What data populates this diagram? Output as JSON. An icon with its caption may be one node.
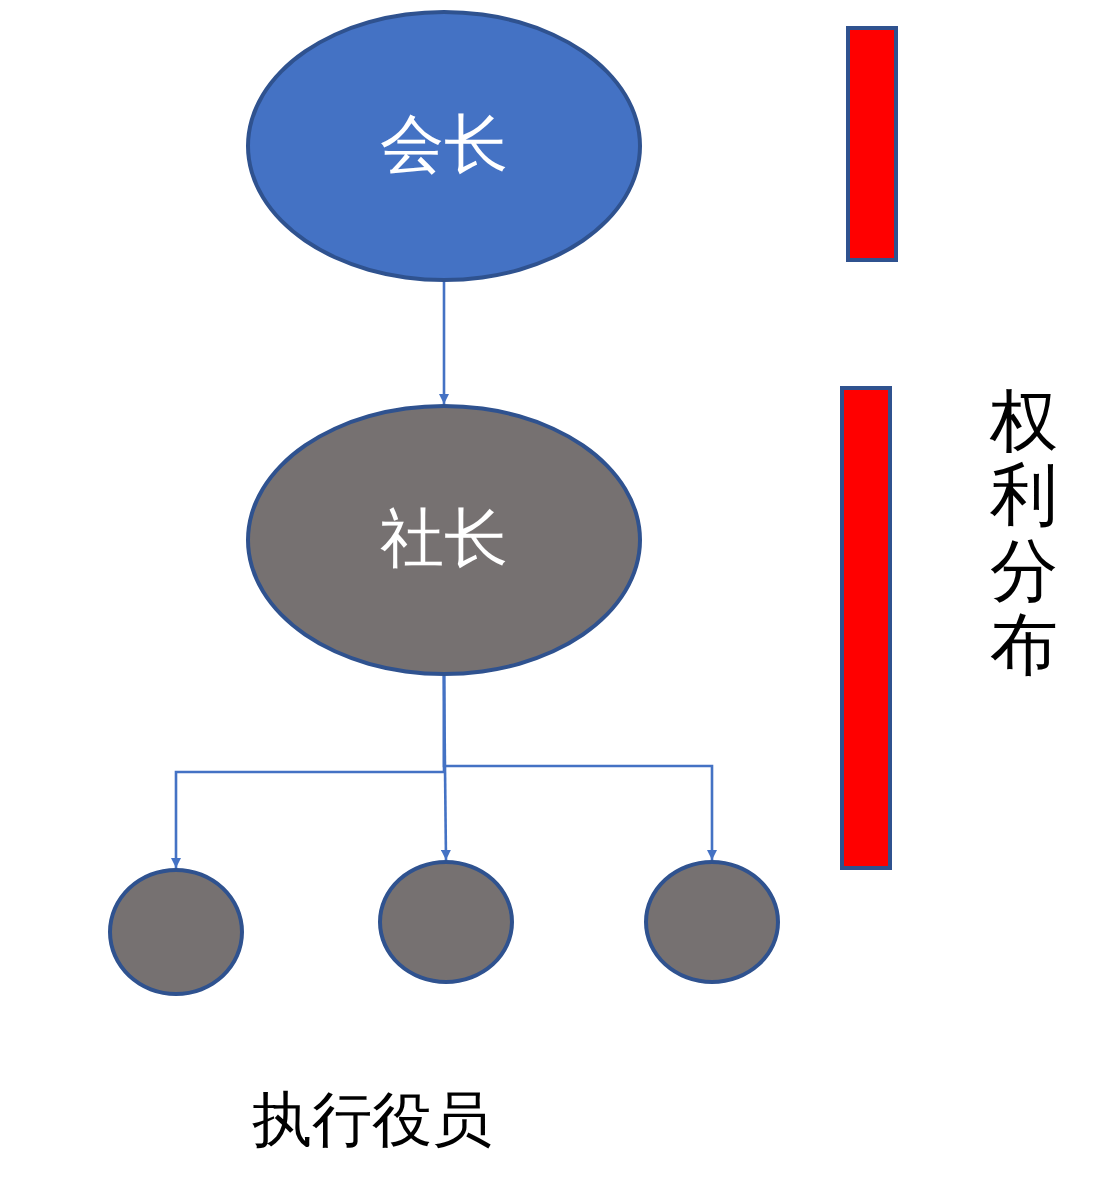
{
  "diagram": {
    "nodes": [
      {
        "text": [
          "会长"
        ]
      },
      {
        "text": [
          "社长"
        ]
      },
      {
        "text": [],
        "shape": "circle"
      },
      {
        "text": [],
        "shape": "circle"
      },
      {
        "text": [],
        "shape": "circle"
      },
      {
        "text": [],
        "shape": "bar"
      },
      {
        "text": [],
        "shape": "bar"
      }
    ],
    "edges": [
      {
        "from": 0,
        "to": 1,
        "arrow": "to"
      },
      {
        "from": 1,
        "to": 2,
        "arrow": "to"
      },
      {
        "from": 1,
        "to": 3,
        "arrow": "to"
      },
      {
        "from": 1,
        "to": 4,
        "arrow": "to"
      }
    ],
    "labels": [
      "权利分布",
      "执行役员"
    ]
  }
}
